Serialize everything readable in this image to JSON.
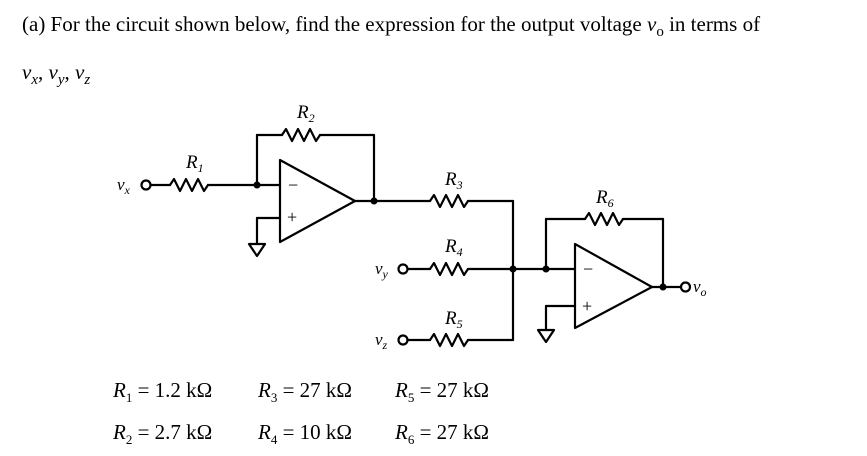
{
  "question": {
    "prefix": "(a) For the circuit shown below, find the expression for the output voltage ",
    "vo_var": "v",
    "vo_sub": "o",
    "suffix": " in terms of",
    "line2_vars": [
      {
        "var": "v",
        "sub": "x",
        "sep": ", "
      },
      {
        "var": "v",
        "sub": "y",
        "sep": ", "
      },
      {
        "var": "v",
        "sub": "z",
        "sep": ""
      }
    ]
  },
  "circuit": {
    "resistor_labels": [
      {
        "name": "R",
        "sub": "1"
      },
      {
        "name": "R",
        "sub": "2"
      },
      {
        "name": "R",
        "sub": "3"
      },
      {
        "name": "R",
        "sub": "4"
      },
      {
        "name": "R",
        "sub": "5"
      },
      {
        "name": "R",
        "sub": "6"
      }
    ],
    "inputs": [
      {
        "name": "v",
        "sub": "x"
      },
      {
        "name": "v",
        "sub": "y"
      },
      {
        "name": "v",
        "sub": "z"
      }
    ],
    "output": {
      "name": "v",
      "sub": "o"
    },
    "opamp_signs": {
      "minus": "−",
      "plus": "+"
    }
  },
  "values": [
    {
      "name": "R",
      "sub": "1",
      "eq": " = ",
      "value": "1.2 kΩ"
    },
    {
      "name": "R",
      "sub": "3",
      "eq": " = ",
      "value": "27 kΩ"
    },
    {
      "name": "R",
      "sub": "5",
      "eq": " = ",
      "value": "27 kΩ"
    },
    {
      "name": "R",
      "sub": "2",
      "eq": " = ",
      "value": "2.7 kΩ"
    },
    {
      "name": "R",
      "sub": "4",
      "eq": " = ",
      "value": "10 kΩ"
    },
    {
      "name": "R",
      "sub": "6",
      "eq": " = ",
      "value": "27 kΩ"
    }
  ]
}
